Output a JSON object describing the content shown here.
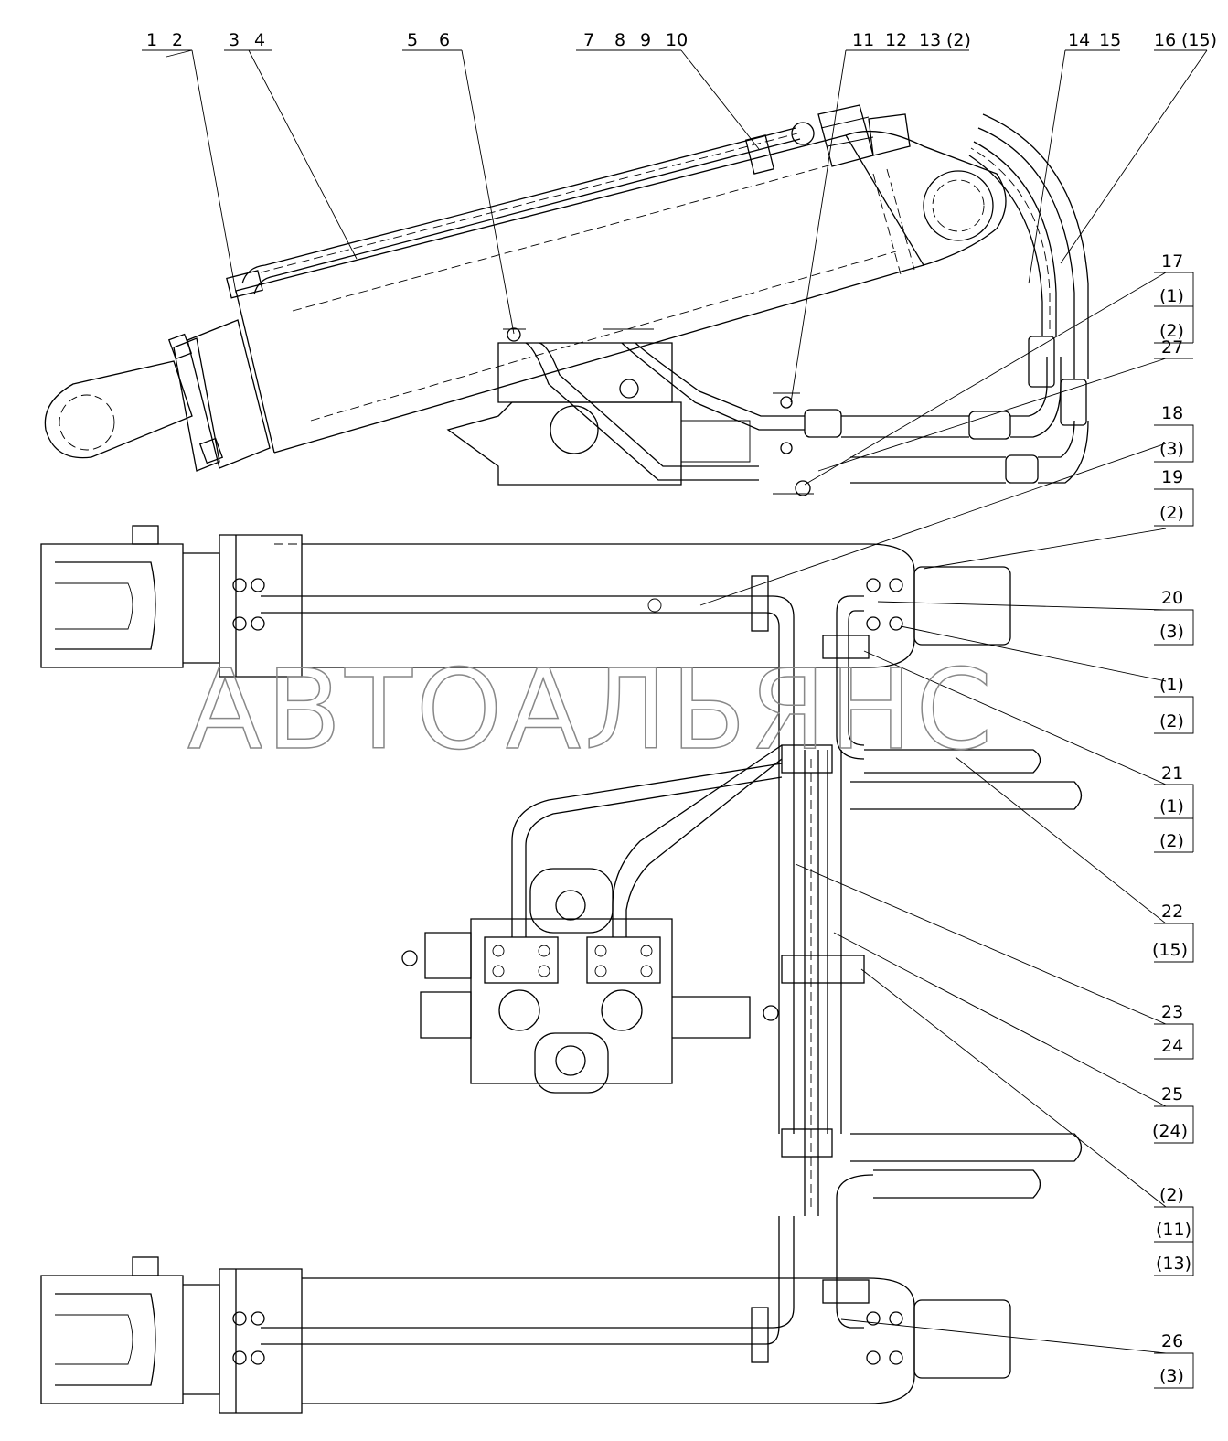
{
  "watermark": "АВТОАЛЬЯНС",
  "top_callouts": [
    {
      "id": "c-1-2",
      "nums": [
        "1",
        "2"
      ]
    },
    {
      "id": "c-3-4",
      "nums": [
        "3",
        "4"
      ]
    },
    {
      "id": "c-5-6",
      "nums": [
        "5",
        "6"
      ]
    },
    {
      "id": "c-7-10",
      "nums": [
        "7",
        "8",
        "9",
        "10"
      ]
    },
    {
      "id": "c-11-13",
      "nums": [
        "11",
        "12",
        "13",
        "(2)"
      ]
    },
    {
      "id": "c-14-15",
      "nums": [
        "14",
        "15"
      ]
    },
    {
      "id": "c-16",
      "nums": [
        "16",
        "(15)"
      ]
    }
  ],
  "side_callouts": [
    {
      "id": "c-17",
      "lines": [
        "17",
        "(1)",
        "(2)"
      ]
    },
    {
      "id": "c-27",
      "lines": [
        "27"
      ]
    },
    {
      "id": "c-18",
      "lines": [
        "18",
        "(3)"
      ]
    },
    {
      "id": "c-19",
      "lines": [
        "19",
        "(2)"
      ]
    },
    {
      "id": "c-20",
      "lines": [
        "20",
        "(3)"
      ]
    },
    {
      "id": "c-1-2b",
      "lines": [
        "(1)",
        "(2)"
      ]
    },
    {
      "id": "c-21",
      "lines": [
        "21",
        "(1)",
        "(2)"
      ]
    },
    {
      "id": "c-22",
      "lines": [
        "22",
        "(15)"
      ]
    },
    {
      "id": "c-23",
      "lines": [
        "23",
        "24"
      ]
    },
    {
      "id": "c-25",
      "lines": [
        "25",
        "(24)"
      ]
    },
    {
      "id": "c-2-11-13",
      "lines": [
        "(2)",
        "(11)",
        "(13)"
      ]
    },
    {
      "id": "c-26",
      "lines": [
        "26",
        "(3)"
      ]
    }
  ]
}
